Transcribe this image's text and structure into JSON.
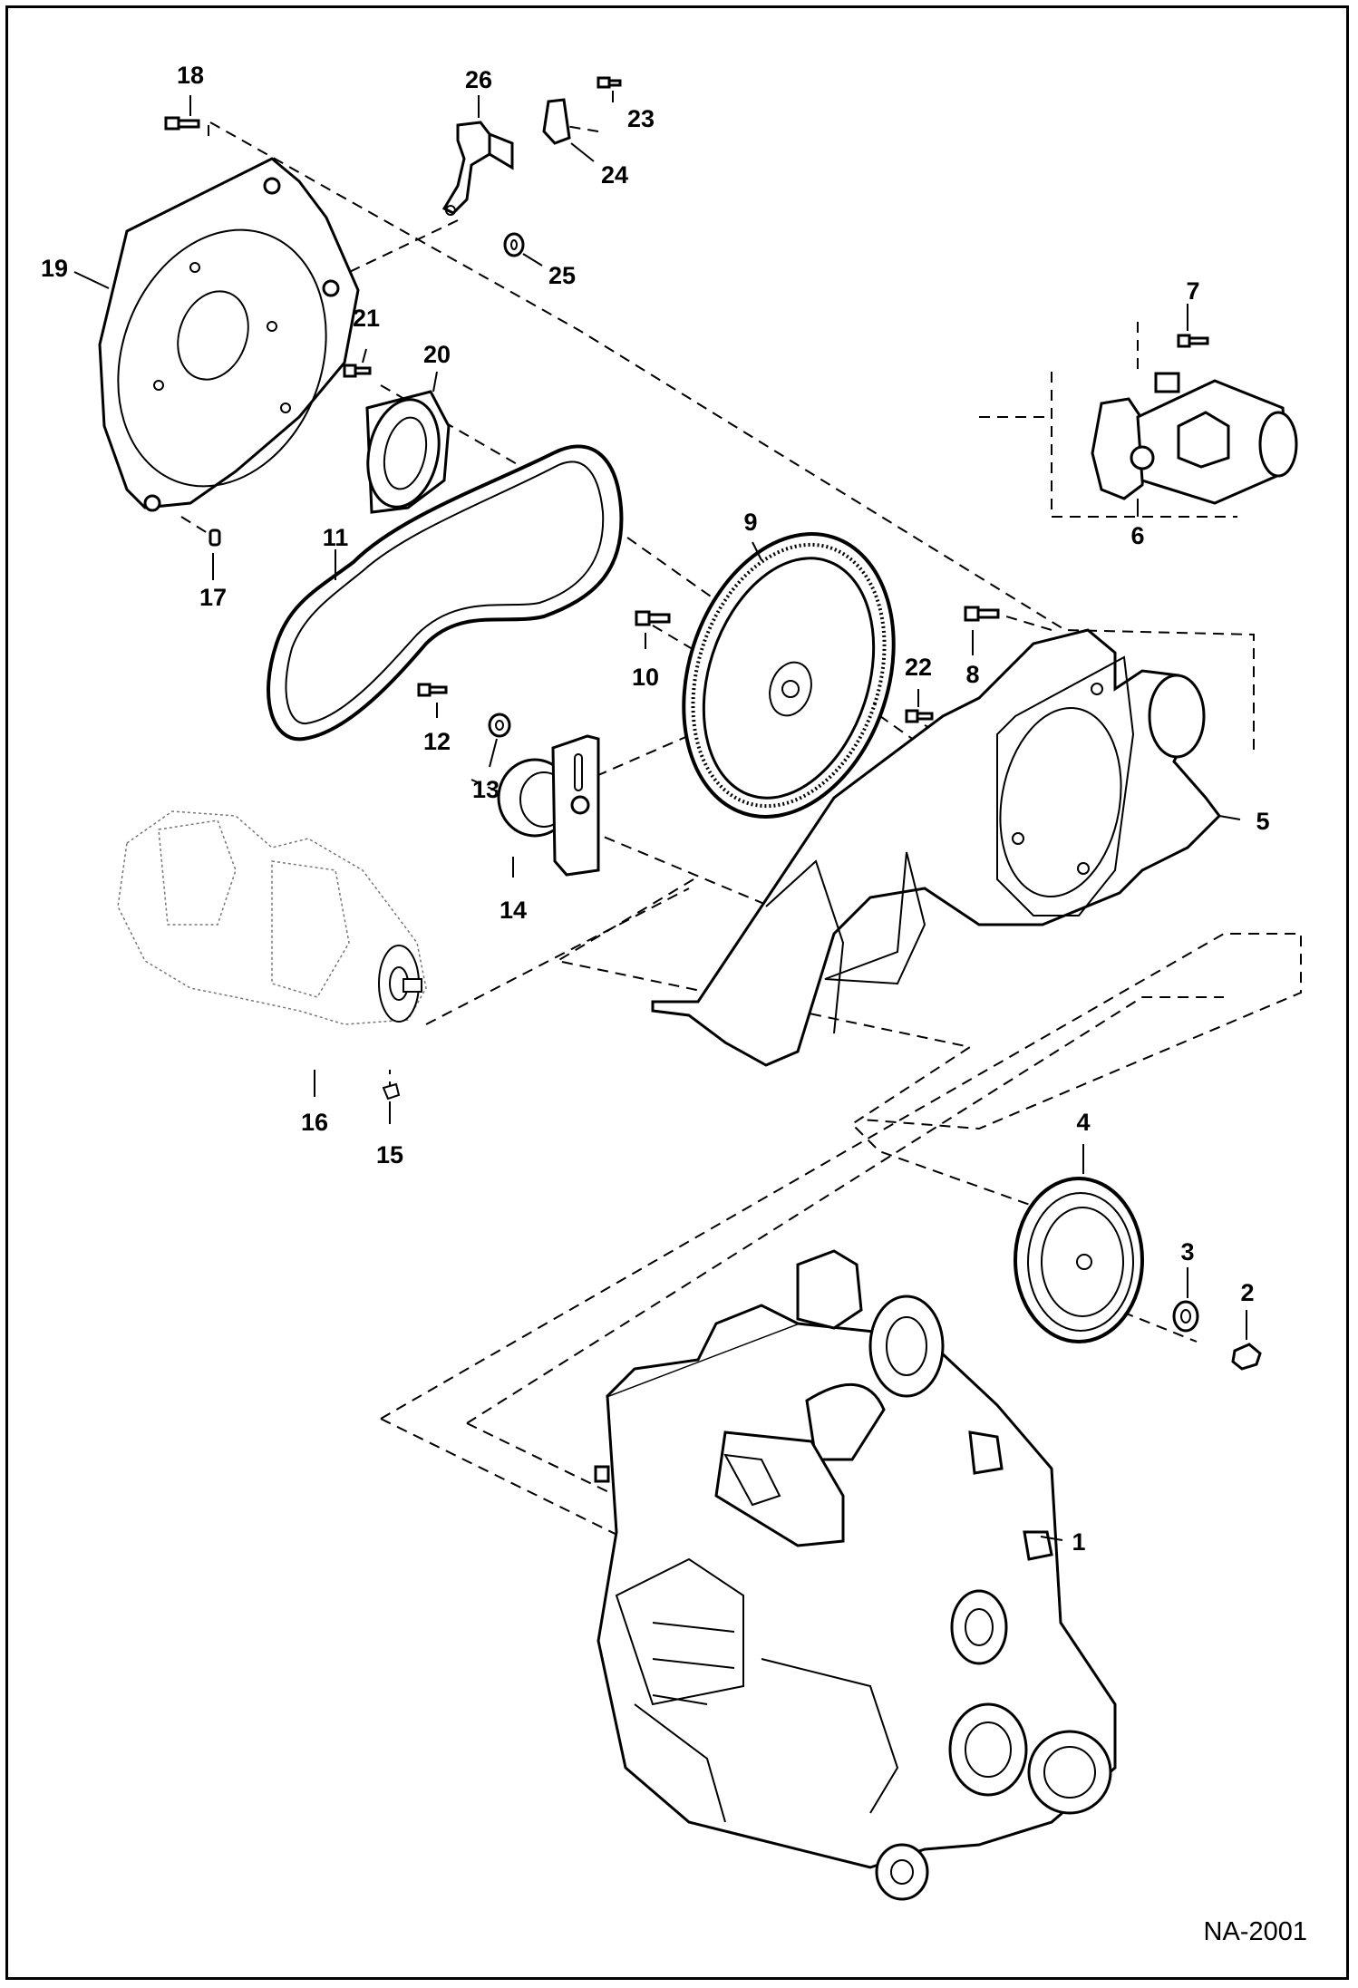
{
  "diagram": {
    "drawing_code": "NA-2001",
    "callouts": [
      "1",
      "2",
      "3",
      "4",
      "5",
      "6",
      "7",
      "8",
      "9",
      "10",
      "11",
      "12",
      "13",
      "14",
      "15",
      "16",
      "17",
      "18",
      "19",
      "20",
      "21",
      "22",
      "23",
      "24",
      "25",
      "26"
    ]
  },
  "colors": {
    "line": "#000000",
    "background": "#ffffff",
    "ghost": "#777777"
  }
}
